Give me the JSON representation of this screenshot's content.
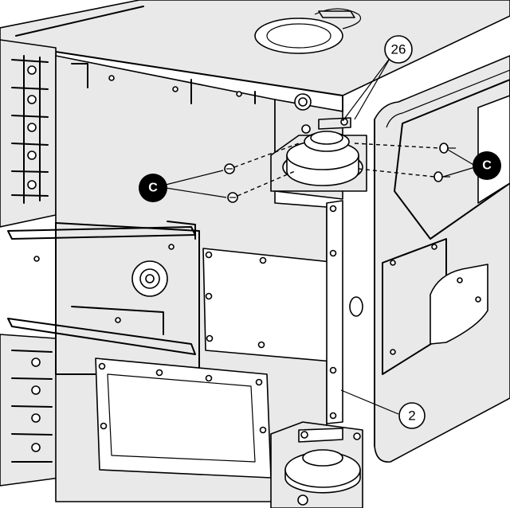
{
  "callouts": {
    "part_26": "26",
    "part_2": "2",
    "screw_group_left": "C",
    "screw_group_right": "C"
  },
  "colors": {
    "line": "#000000",
    "panel_fill": "#e9e9e9",
    "background": "#ffffff",
    "callout_fill": "#000000"
  }
}
